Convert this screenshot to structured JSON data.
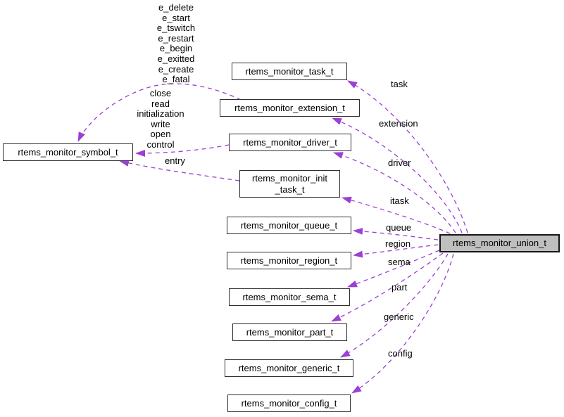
{
  "diagram": {
    "type": "doxygen-collaboration-graph",
    "focus_node": "rtems_monitor_union_t",
    "colors": {
      "edge": "#9c3fd4",
      "focus_node_fill": "#bfbfbf",
      "node_fill": "#ffffff",
      "node_border": "#2f2f2f",
      "text": "#000000",
      "background": "#ffffff"
    },
    "nodes": {
      "symbol": {
        "label": "rtems_monitor_symbol_t"
      },
      "task": {
        "label": "rtems_monitor_task_t"
      },
      "extension": {
        "label": "rtems_monitor_extension_t"
      },
      "driver": {
        "label": "rtems_monitor_driver_t"
      },
      "init_task": {
        "label": "rtems_monitor_init\n_task_t"
      },
      "queue": {
        "label": "rtems_monitor_queue_t"
      },
      "region": {
        "label": "rtems_monitor_region_t"
      },
      "sema": {
        "label": "rtems_monitor_sema_t"
      },
      "part": {
        "label": "rtems_monitor_part_t"
      },
      "generic": {
        "label": "rtems_monitor_generic_t"
      },
      "config": {
        "label": "rtems_monitor_config_t"
      },
      "union": {
        "label": "rtems_monitor_union_t"
      }
    },
    "edge_labels": {
      "task": "task",
      "extension": "extension",
      "driver": "driver",
      "itask": "itask",
      "queue": "queue",
      "region": "region",
      "sema": "sema",
      "part": "part",
      "generic": "generic",
      "config": "config",
      "extension_members": "e_delete\ne_start\ne_tswitch\ne_restart\ne_begin\ne_exitted\ne_create\ne_fatal",
      "driver_members": "close\nread\ninitialization\nwrite\nopen\ncontrol",
      "init_task_member": "entry"
    }
  }
}
